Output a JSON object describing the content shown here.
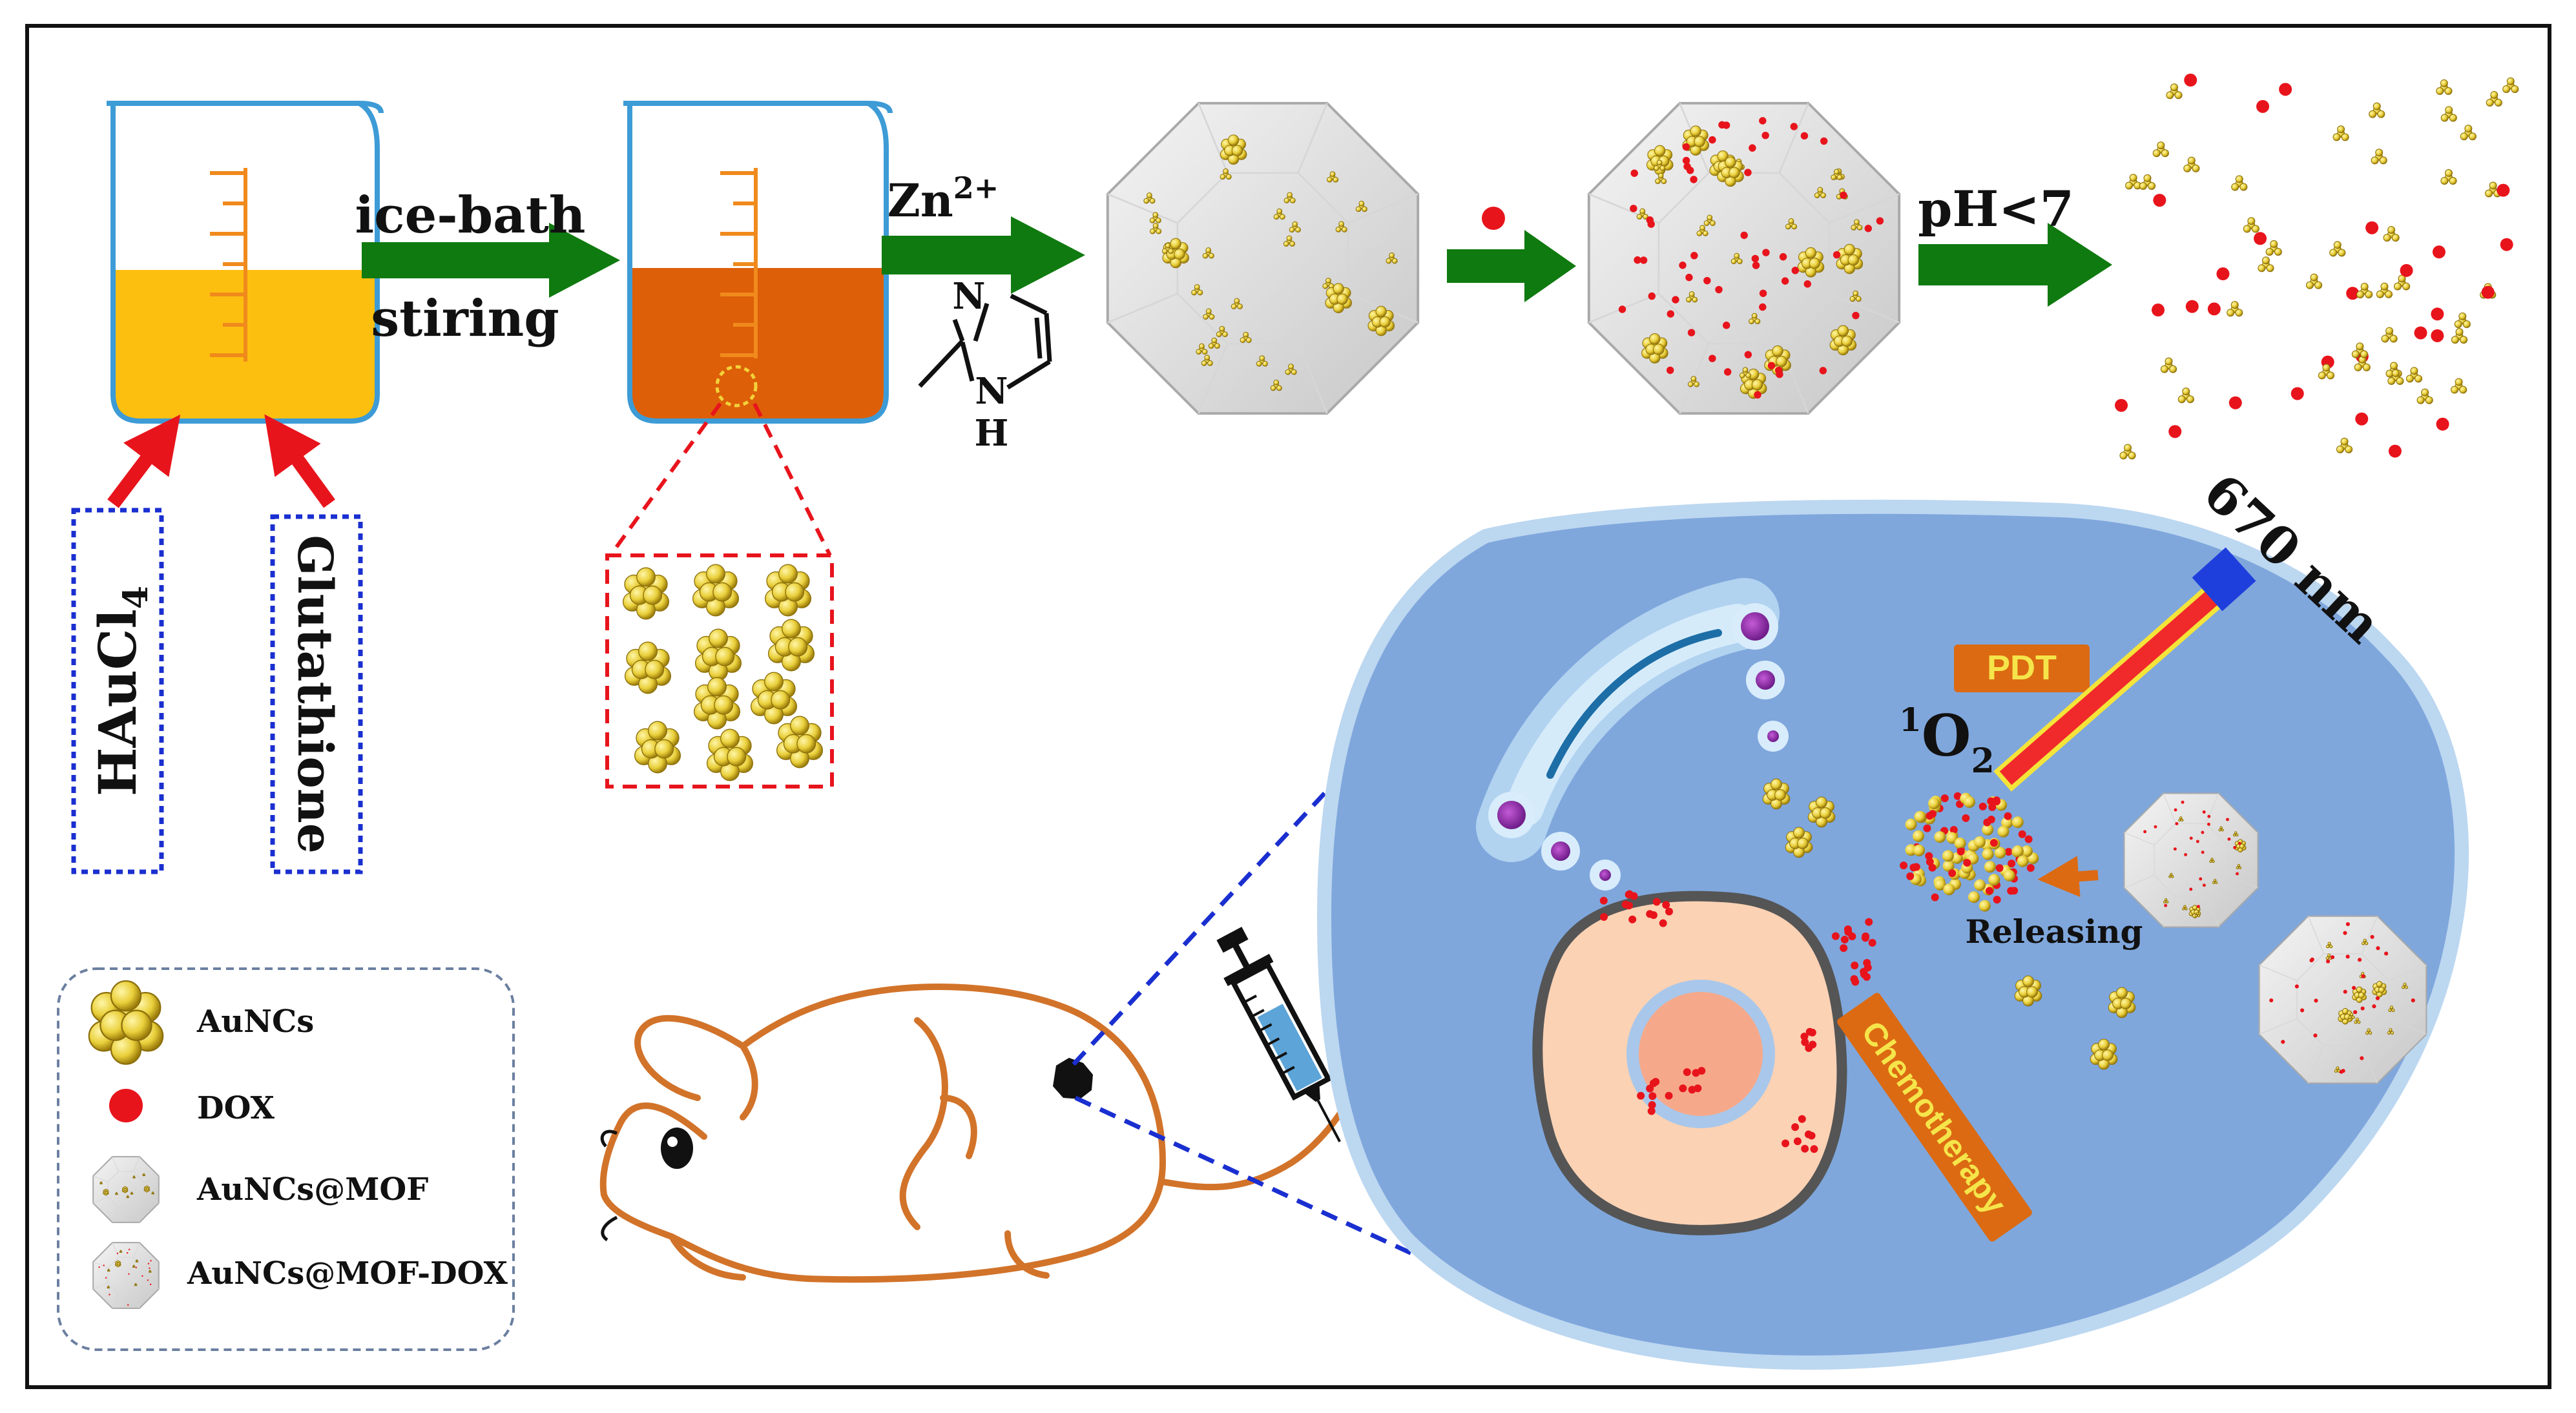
{
  "labels": {
    "step1_top": "ice-bath",
    "step1_bottom": "stiring",
    "step2_ion": "Zn",
    "step2_ion_charge": "2+",
    "step2_atom_n": "N",
    "step2_atom_nh": "N",
    "step2_atom_h": "H",
    "step4": "pH<7",
    "reagent_left_main": "HAuCl",
    "reagent_left_sub": "4",
    "reagent_right": "Glutathione",
    "laser": "670 nm",
    "pdt": "PDT",
    "singlet_sup": "1",
    "singlet_main": "O",
    "singlet_sub": "2",
    "releasing": "Releasing",
    "chemotherapy": "Chemotherapy"
  },
  "legend": [
    {
      "label": "AuNCs",
      "icon": "aunc-cluster-icon"
    },
    {
      "label": "DOX",
      "icon": "dox-dot-icon"
    },
    {
      "label": "AuNCs@MOF",
      "icon": "mof-crystal-icon"
    },
    {
      "label": "AuNCs@MOF-DOX",
      "icon": "mof-dox-crystal-icon"
    }
  ],
  "colors": {
    "arrow_green": "#0f7a0f",
    "pointer_red": "#e8141c",
    "dox_red": "#e8141c",
    "gold": "#e9cf3a",
    "gold_dark": "#a88c10",
    "beaker_outline": "#3d9bd6",
    "solution_yellow": "#fdbf0f",
    "solution_orange": "#dd5f08",
    "cell_blue": "#7fa7dc",
    "cell_border": "#bcd7f0",
    "nucleus": "#fbd2b4",
    "nucleus_border": "#555555",
    "mouse_outline": "#d2732a",
    "laser_red": "#f02a2a",
    "laser_blue": "#1f3fdc",
    "label_orange": "#dc6a12",
    "dash_blue": "#1a2fd0"
  }
}
